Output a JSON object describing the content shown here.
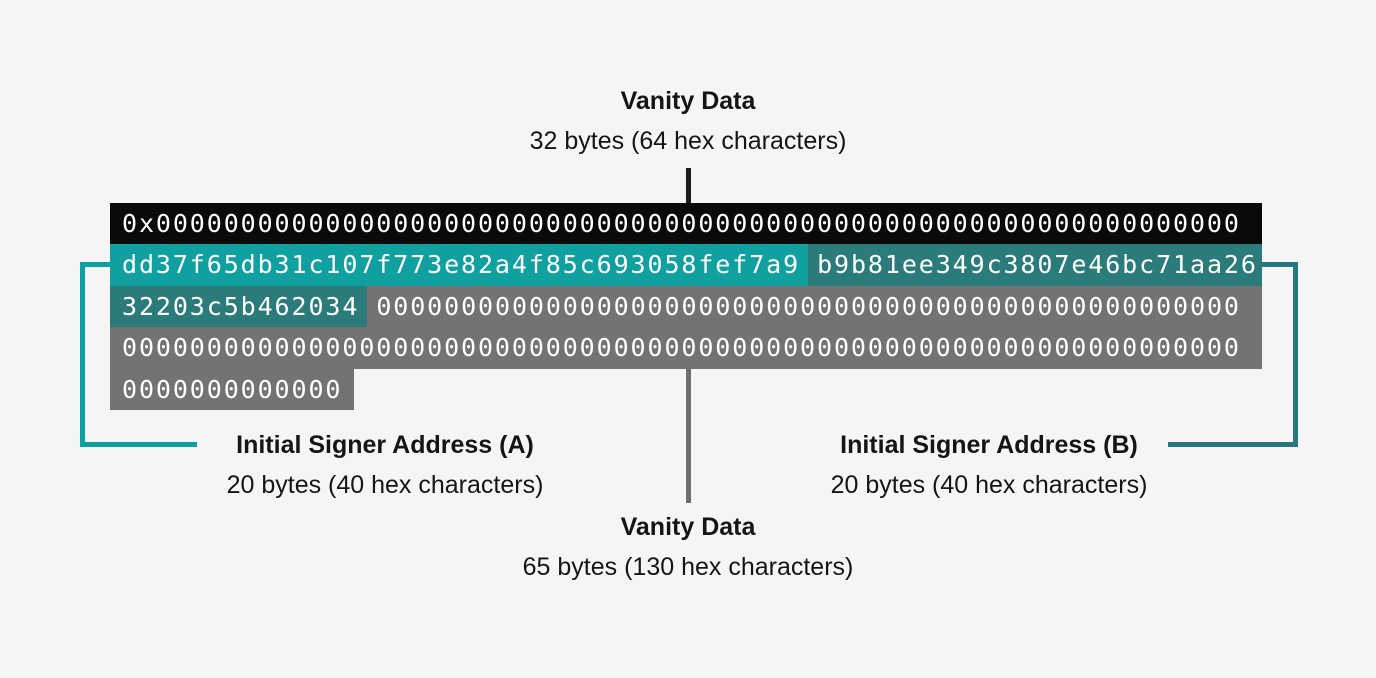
{
  "diagram": {
    "top_label": {
      "title": "Vanity Data",
      "subtitle": "32 bytes (64 hex characters)"
    },
    "signer_a_label": {
      "title": "Initial Signer Address (A)",
      "subtitle": "20 bytes (40 hex characters)"
    },
    "signer_b_label": {
      "title": "Initial Signer Address (B)",
      "subtitle": "20 bytes (40 hex characters)"
    },
    "bottom_label": {
      "title": "Vanity Data",
      "subtitle": "65 bytes (130 hex characters)"
    },
    "hex": {
      "row1_prefix_zeros": "0x0000000000000000000000000000000000000000000000000000000000000000",
      "row2_signer_a": "dd37f65db31c107f773e82a4f85c693058fef7a9",
      "row2_signer_b_part1": "b9b81ee349c3807e46bc71aa26",
      "row3_signer_b_part2": "32203c5b462034",
      "row3_zeros": "000000000000000000000000000000000000000000000000000",
      "row4_zeros": "000000000000000000000000000000000000000000000000000000000000000000",
      "row5_zeros": "0000000000000"
    },
    "colors": {
      "background": "#f5f5f5",
      "black_row": "#0a0a0a",
      "signer_a_teal": "#10a0a0",
      "signer_b_teal": "#2b7b7b",
      "zeros_gray": "#737373",
      "hex_text": "#ffffff",
      "label_text": "#151515",
      "bracket_a": "#0da0a0",
      "bracket_b": "#27787c",
      "connector_black": "#1b1b1b",
      "connector_gray": "#6e6e6e"
    }
  }
}
